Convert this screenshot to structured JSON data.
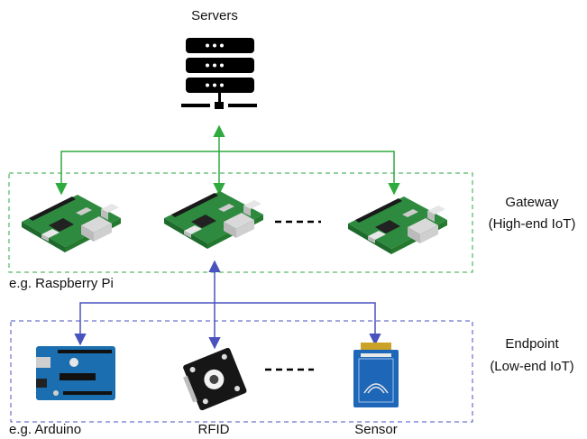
{
  "servers": {
    "label": "Servers"
  },
  "gateway": {
    "title": "Gateway",
    "subtitle": "(High-end IoT)",
    "example": "e.g. Raspberry Pi"
  },
  "endpoint": {
    "title": "Endpoint",
    "subtitle": "(Low-end IoT)",
    "devices": [
      {
        "label": "e.g. Arduino",
        "icon": "arduino-board-icon"
      },
      {
        "label": "RFID",
        "icon": "rfid-module-icon"
      },
      {
        "label": "Sensor",
        "icon": "sensor-module-icon"
      }
    ]
  },
  "colors": {
    "gateway_link": "#2eaa3f",
    "endpoint_link": "#4a52bd",
    "gateway_border": "#2eaa3f",
    "endpoint_border": "#4a52bd",
    "server_icon": "#000000",
    "pcb_green": "#2d8a3e"
  }
}
